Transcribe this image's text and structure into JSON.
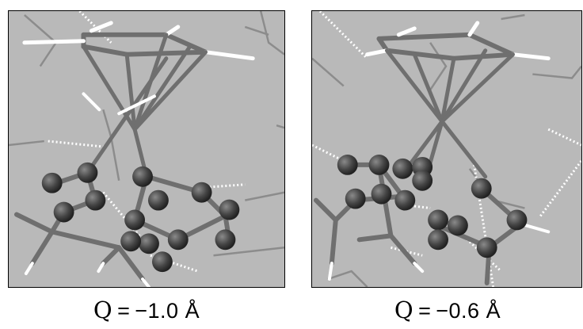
{
  "figure": {
    "panels": [
      {
        "caption_q": "Q",
        "caption_rest": " = −1.0 Å"
      },
      {
        "caption_q": "Q",
        "caption_rest": " = −0.6 Å"
      }
    ],
    "colors": {
      "background": "#b9b9b9",
      "bond": "#6e6e6e",
      "bond_light": "#ffffff",
      "atom": "#3e3e3e",
      "frame": "#000000"
    }
  }
}
